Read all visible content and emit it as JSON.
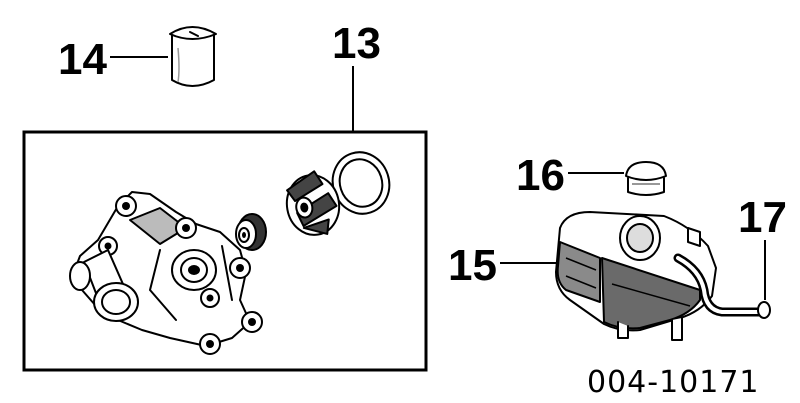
{
  "callouts": {
    "p13": "13",
    "p14": "14",
    "p15": "15",
    "p16": "16",
    "p17": "17"
  },
  "document_number": "004-10171",
  "parts": [
    {
      "number": "13",
      "name": "water-pump-assembly"
    },
    {
      "number": "14",
      "name": "sleeve"
    },
    {
      "number": "15",
      "name": "coolant-reservoir"
    },
    {
      "number": "16",
      "name": "reservoir-cap"
    },
    {
      "number": "17",
      "name": "overflow-hose"
    }
  ]
}
